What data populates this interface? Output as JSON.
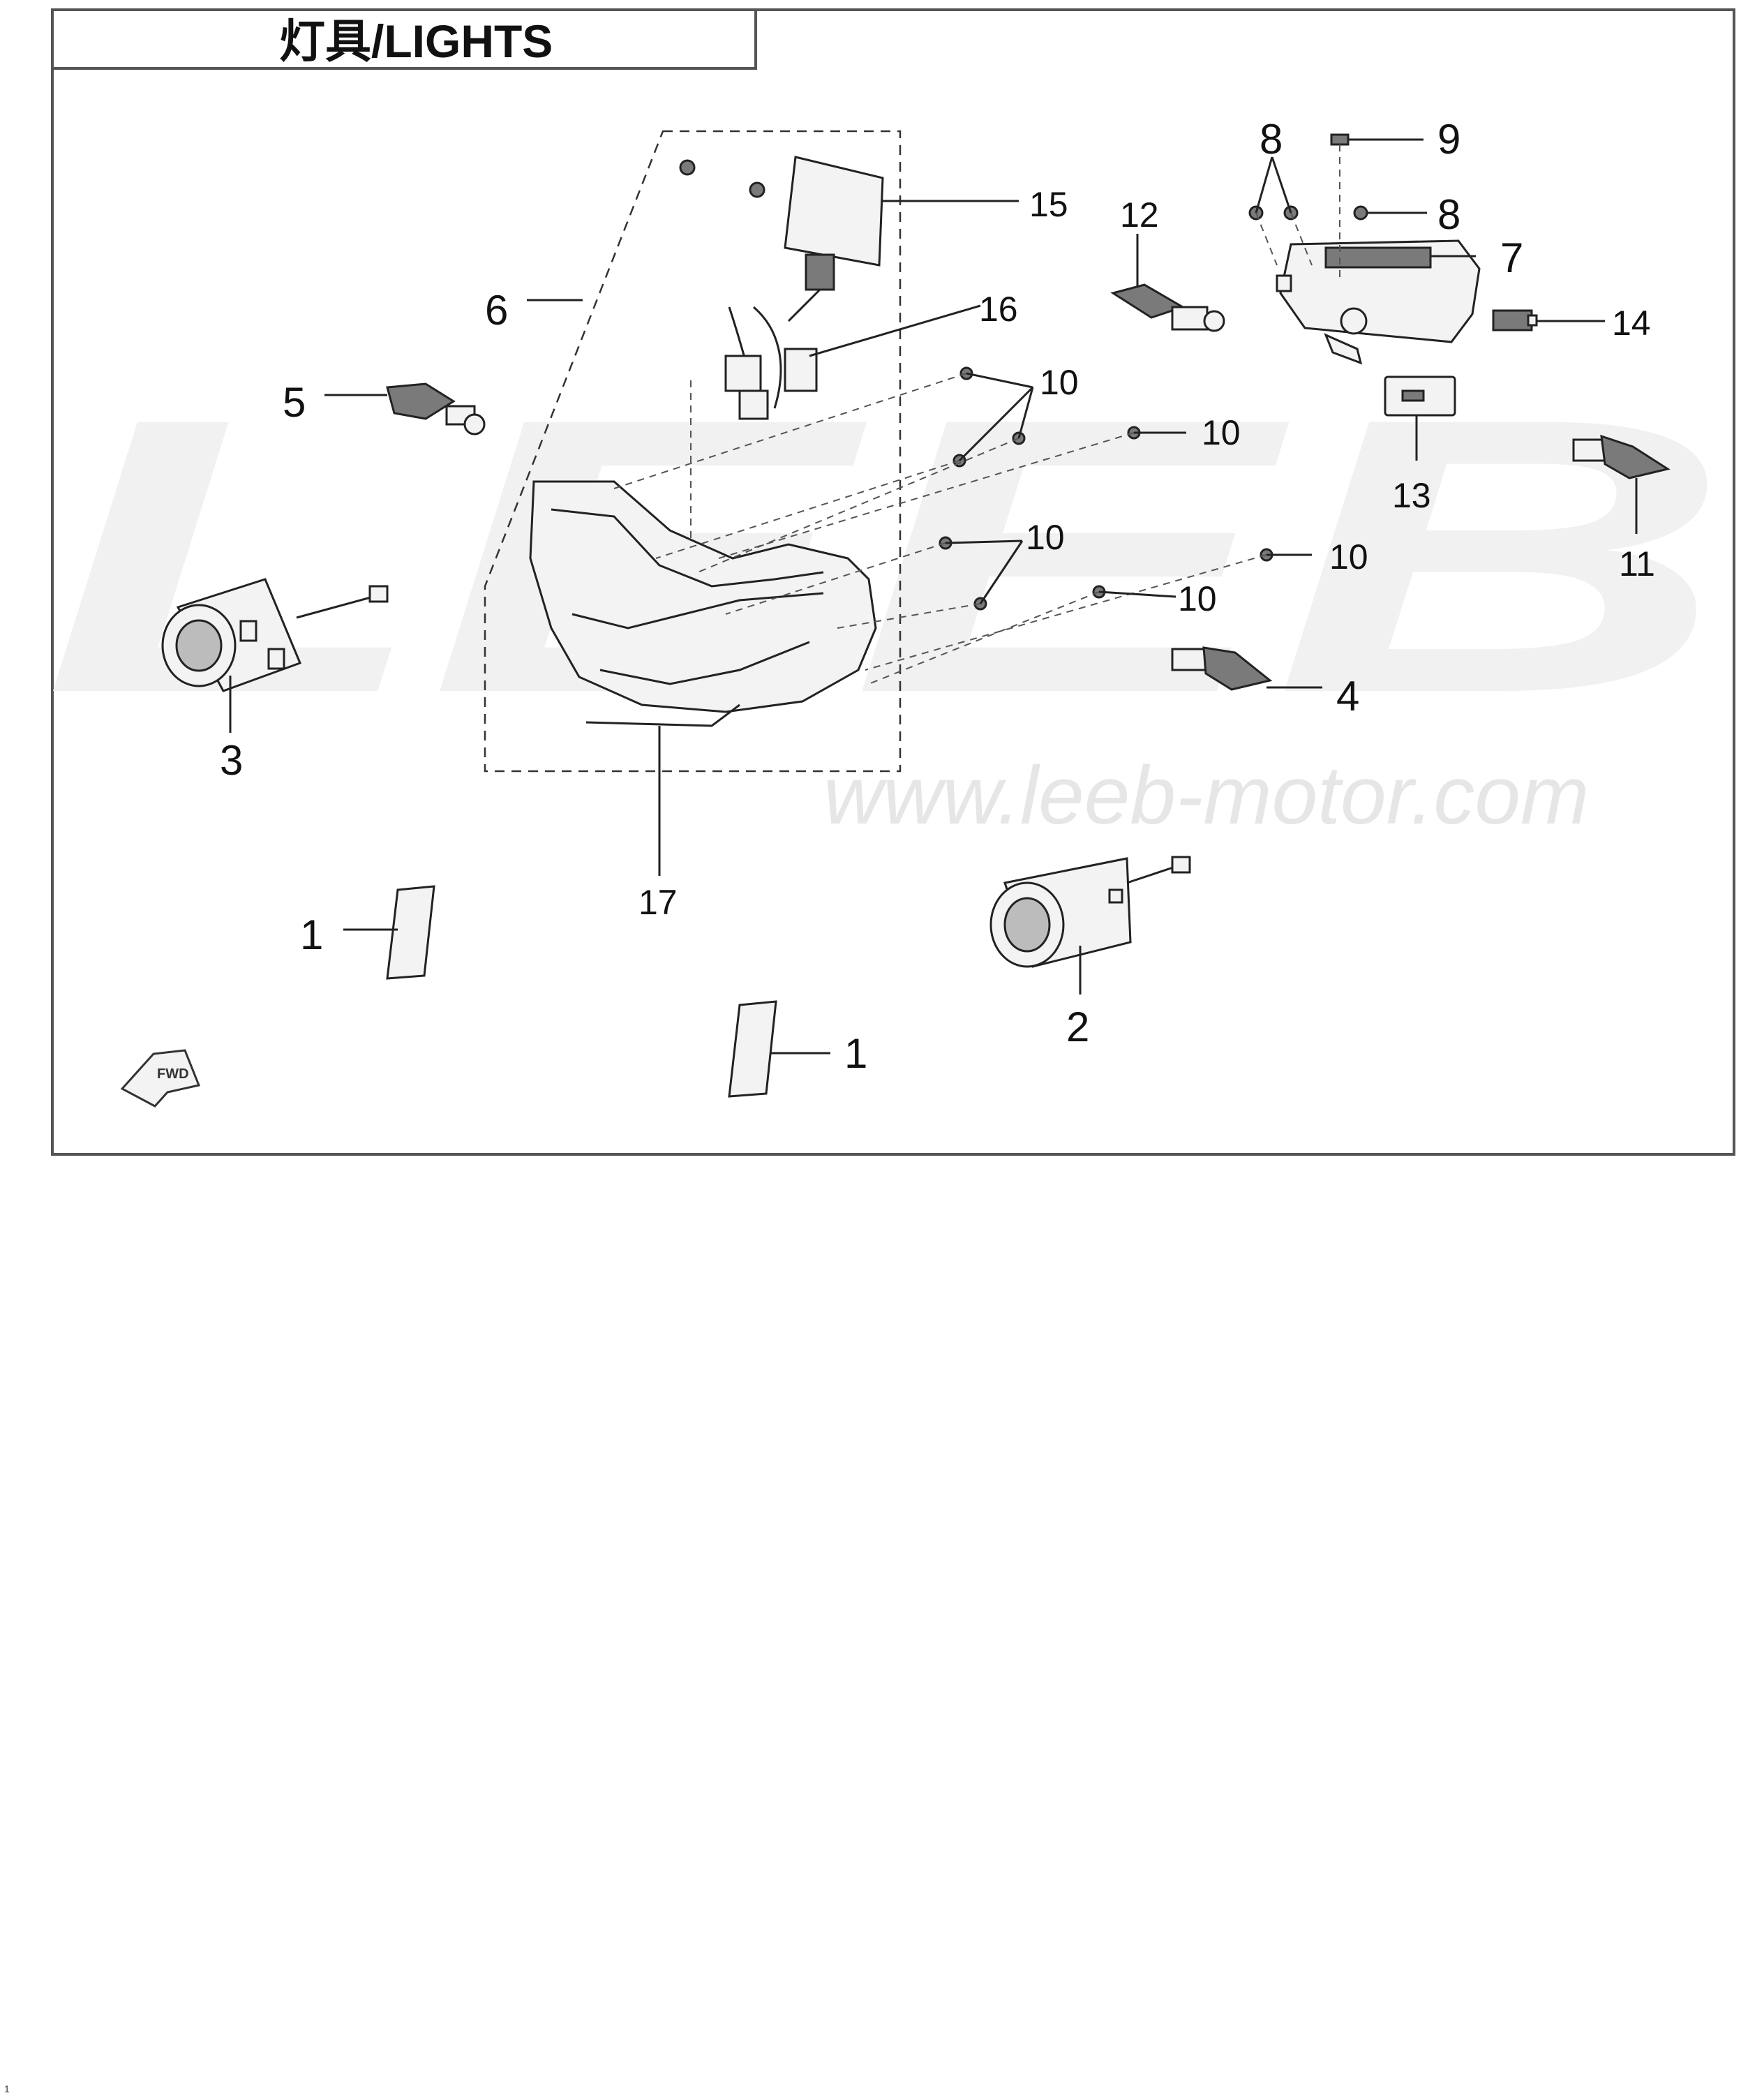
{
  "title": "灯具/LIGHTS",
  "watermark": {
    "brand": "LEEB",
    "url": "www.leeb-motor.com"
  },
  "fwd_marker": "FWD",
  "page_corner": "1",
  "callouts": {
    "p1a": "1",
    "p1b": "1",
    "p2": "2",
    "p3": "3",
    "p4": "4",
    "p5": "5",
    "p6": "6",
    "p7": "7",
    "p8a": "8",
    "p8b": "8",
    "p9": "9",
    "p10a": "10",
    "p10b": "10",
    "p10c": "10",
    "p10d": "10",
    "p10e": "10",
    "p11": "11",
    "p12": "12",
    "p13": "13",
    "p14": "14",
    "p15": "15",
    "p16": "16",
    "p17": "17"
  }
}
